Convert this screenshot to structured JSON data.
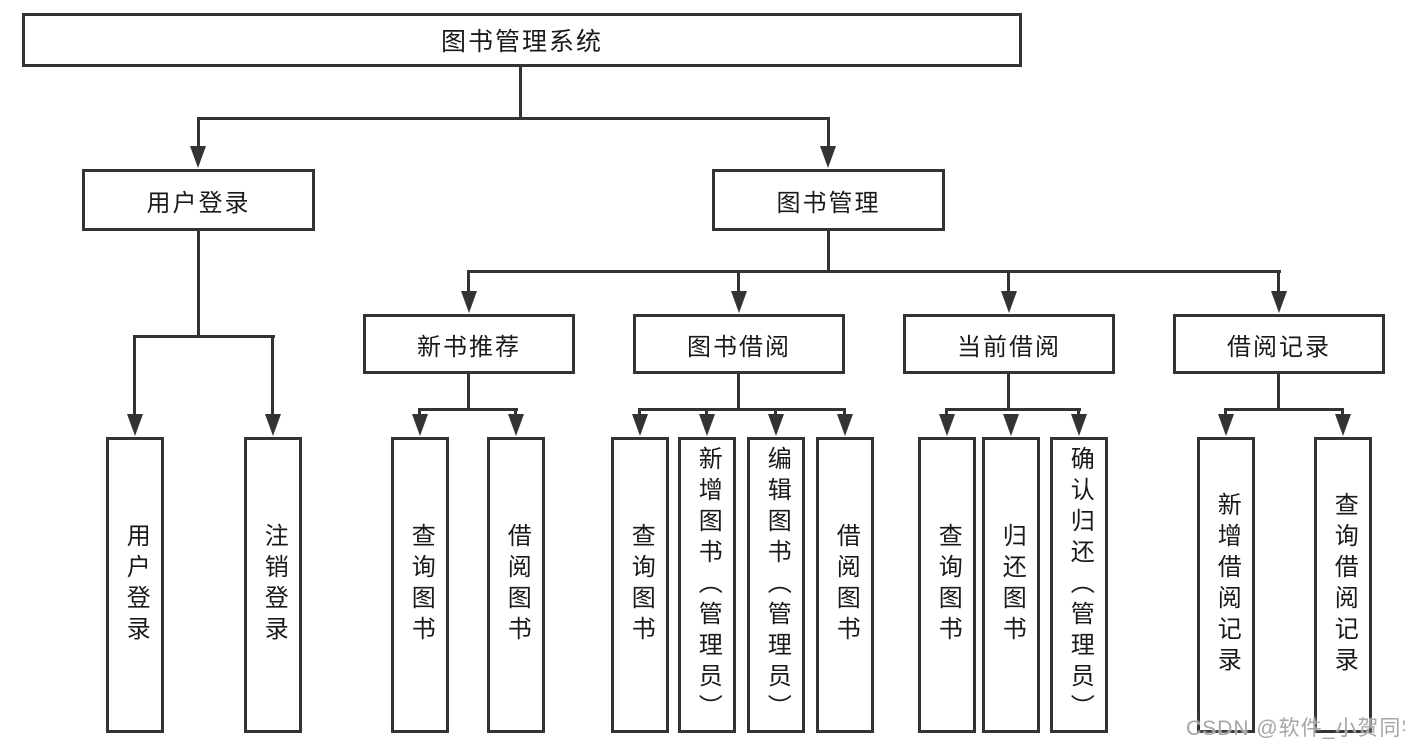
{
  "watermark": {
    "text": "CSDN @软件_小贺同学",
    "color": "#a6a6a6"
  },
  "colors": {
    "line": "#333333",
    "box_border": "#333333",
    "box_background": "#ffffff",
    "text": "#1a1a1a"
  },
  "tree": {
    "root": {
      "label": "图书管理系统",
      "children": [
        {
          "label": "用户登录",
          "children": [
            {
              "label": "用户登录"
            },
            {
              "label": "注销登录"
            }
          ]
        },
        {
          "label": "图书管理",
          "children": [
            {
              "label": "新书推荐",
              "children": [
                {
                  "label": "查询图书"
                },
                {
                  "label": "借阅图书"
                }
              ]
            },
            {
              "label": "图书借阅",
              "children": [
                {
                  "label": "查询图书"
                },
                {
                  "label": "新增图书（管理员）"
                },
                {
                  "label": "编辑图书（管理员）"
                },
                {
                  "label": "借阅图书"
                }
              ]
            },
            {
              "label": "当前借阅",
              "children": [
                {
                  "label": "查询图书"
                },
                {
                  "label": "归还图书"
                },
                {
                  "label": "确认归还（管理员）"
                }
              ]
            },
            {
              "label": "借阅记录",
              "children": [
                {
                  "label": "新增借阅记录"
                },
                {
                  "label": "查询借阅记录"
                }
              ]
            }
          ]
        }
      ]
    }
  }
}
